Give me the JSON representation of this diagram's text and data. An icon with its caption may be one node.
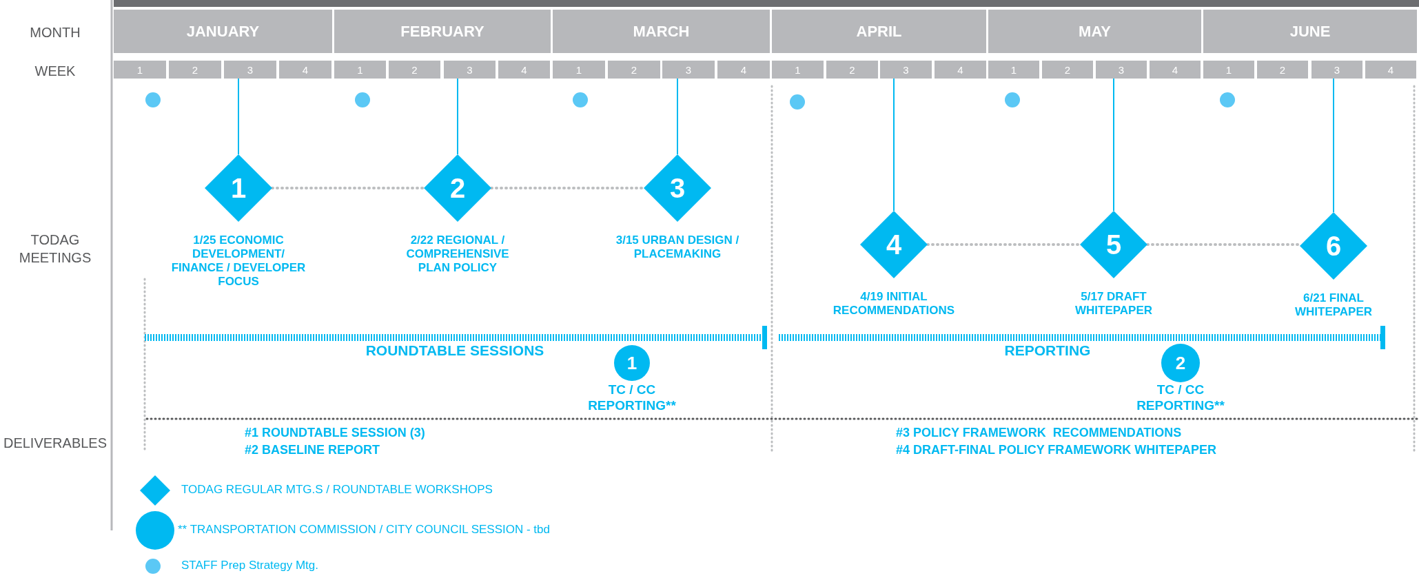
{
  "diagram": {
    "nodes": [
      {
        "text": [
          "JANUARY"
        ]
      },
      {
        "text": [
          "FEBRUARY"
        ]
      },
      {
        "text": [
          "MARCH"
        ]
      },
      {
        "text": [
          "APRIL"
        ]
      },
      {
        "text": [
          "MAY"
        ]
      },
      {
        "text": [
          "JUNE"
        ]
      },
      {
        "text": [
          "1"
        ]
      },
      {
        "text": [
          "2"
        ]
      },
      {
        "text": [
          "3"
        ]
      },
      {
        "text": [
          "4"
        ]
      },
      {
        "text": [
          "1"
        ]
      },
      {
        "text": [
          "2"
        ]
      },
      {
        "text": [
          "3"
        ]
      },
      {
        "text": [
          "4"
        ]
      },
      {
        "text": [
          "1"
        ]
      },
      {
        "text": [
          "2"
        ]
      },
      {
        "text": [
          "3"
        ]
      },
      {
        "text": [
          "4"
        ]
      },
      {
        "text": [
          "1"
        ]
      },
      {
        "text": [
          "2"
        ]
      },
      {
        "text": [
          "3"
        ]
      },
      {
        "text": [
          "4"
        ]
      },
      {
        "text": [
          "1"
        ]
      },
      {
        "text": [
          "2"
        ]
      },
      {
        "text": [
          "3"
        ]
      },
      {
        "text": [
          "4"
        ]
      },
      {
        "text": [
          "1"
        ]
      },
      {
        "text": [
          "2"
        ]
      },
      {
        "text": [
          "3"
        ]
      },
      {
        "text": [
          "4"
        ]
      },
      {
        "text": [],
        "shape": "circle"
      },
      {
        "text": [],
        "shape": "circle"
      },
      {
        "text": [],
        "shape": "circle"
      },
      {
        "text": [],
        "shape": "circle"
      },
      {
        "text": [],
        "shape": "circle"
      },
      {
        "text": [],
        "shape": "circle"
      },
      {
        "text": [
          "1"
        ],
        "beside": [
          "1/25 ECONOMIC DEVELOPMENT/ FINANCE / DEVELOPER FOCUS"
        ]
      },
      {
        "text": [
          "2"
        ],
        "beside": [
          "2/22 REGIONAL / COMPREHENSIVE PLAN POLICY"
        ]
      },
      {
        "text": [
          "3"
        ],
        "beside": [
          "3/15 URBAN DESIGN / PLACEMAKING"
        ]
      },
      {
        "text": [
          "4"
        ],
        "beside": [
          "4/19 INITIAL RECOMMENDATIONS"
        ]
      },
      {
        "text": [
          "5"
        ],
        "beside": [
          "5/17 DRAFT WHITEPAPER"
        ]
      },
      {
        "text": [
          "6"
        ],
        "beside": [
          "6/21 FINAL WHITEPAPER"
        ]
      },
      {
        "text": [
          "1"
        ],
        "beside": [
          "TC / CC REPORTING**"
        ]
      },
      {
        "text": [
          "2"
        ],
        "beside": [
          "TC / CC REPORTING**"
        ]
      }
    ],
    "edges": [
      {
        "from": 8,
        "to": 36,
        "arrow": "none"
      },
      {
        "from": 12,
        "to": 37,
        "arrow": "none"
      },
      {
        "from": 16,
        "to": 38,
        "arrow": "none"
      },
      {
        "from": 20,
        "to": 39,
        "arrow": "none"
      },
      {
        "from": 24,
        "to": 40,
        "arrow": "none"
      },
      {
        "from": 28,
        "to": 41,
        "arrow": "none"
      },
      {
        "from": 36,
        "to": 37,
        "arrow": "none",
        "style": "dashed",
        "color": "#bcbec0"
      },
      {
        "from": 37,
        "to": 38,
        "arrow": "none",
        "style": "dashed",
        "color": "#bcbec0"
      },
      {
        "from": 39,
        "to": 40,
        "arrow": "none",
        "style": "dashed",
        "color": "#bcbec0"
      },
      {
        "from": 40,
        "to": 41,
        "arrow": "none",
        "style": "dashed",
        "color": "#bcbec0"
      }
    ],
    "labels": [
      "MONTH",
      "WEEK",
      "TODAG MEETINGS",
      "ROUNDTABLE SESSIONS",
      "REPORTING",
      "DELIVERABLES",
      "#1 ROUNDTABLE SESSION (3)",
      "#2 BASELINE REPORT",
      "#3 POLICY FRAMEWORK  RECOMMENDATIONS",
      "#4 DRAFT-FINAL POLICY FRAMEWORK WHITEPAPER"
    ],
    "legend": [
      {
        "text": "TODAG REGULAR MTG.S / ROUNDTABLE WORKSHOPS"
      },
      {
        "text": "** TRANSPORTATION COMMISSION  / CITY COUNCIL SESSION - tbd"
      },
      {
        "text": "STAFF Prep Strategy Mtg."
      }
    ]
  }
}
